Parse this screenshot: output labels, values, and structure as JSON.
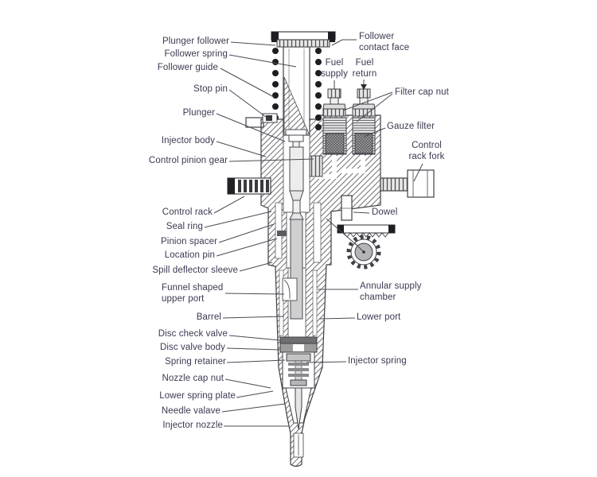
{
  "figure": {
    "description": "Cross-section diagram of a unit fuel injector with part labels",
    "colors": {
      "background": "#ffffff",
      "label_text": "#3a3a52",
      "drawing_line": "#3f3f46",
      "leader_line": "#4a4a55",
      "hatch": "#6f6f74",
      "gauze_fill": "#a8a8a8",
      "gear_hub_fill": "#b4b4b8",
      "plunger_shaft_fill": "#cfcfcf",
      "spring_dot": "#1e1e22"
    }
  },
  "labels": {
    "left": [
      {
        "id": "plunger-follower",
        "text": "Plunger follower"
      },
      {
        "id": "follower-spring",
        "text": "Follower spring"
      },
      {
        "id": "follower-guide",
        "text": "Follower guide"
      },
      {
        "id": "stop-pin",
        "text": "Stop pin"
      },
      {
        "id": "plunger",
        "text": "Plunger"
      },
      {
        "id": "injector-body",
        "text": "Injector body"
      },
      {
        "id": "control-pinion-gear",
        "text": "Control pinion gear"
      },
      {
        "id": "control-rack",
        "text": "Control rack"
      },
      {
        "id": "seal-ring",
        "text": "Seal ring"
      },
      {
        "id": "pinion-spacer",
        "text": "Pinion spacer"
      },
      {
        "id": "location-pin",
        "text": "Location pin"
      },
      {
        "id": "spill-deflector-sleeve",
        "text": "Spill deflector sleeve"
      },
      {
        "id": "funnel-shaped-upper-port",
        "text": "Funnel shaped\nupper port"
      },
      {
        "id": "barrel",
        "text": "Barrel"
      },
      {
        "id": "disc-check-valve",
        "text": "Disc check valve"
      },
      {
        "id": "disc-valve-body",
        "text": "Disc valve body"
      },
      {
        "id": "spring-retainer",
        "text": "Spring retainer"
      },
      {
        "id": "nozzle-cap-nut",
        "text": "Nozzle cap nut"
      },
      {
        "id": "lower-spring-plate",
        "text": "Lower spring plate"
      },
      {
        "id": "needle-valave",
        "text": "Needle valave"
      },
      {
        "id": "injector-nozzle",
        "text": "Injector nozzle"
      }
    ],
    "right": [
      {
        "id": "follower-contact-face",
        "text": "Follower\ncontact face"
      },
      {
        "id": "fuel-supply",
        "text": "Fuel\nsupply"
      },
      {
        "id": "fuel-return",
        "text": "Fuel\nreturn"
      },
      {
        "id": "filter-cap-nut",
        "text": "Filter cap nut"
      },
      {
        "id": "gauze-filter",
        "text": "Gauze filter"
      },
      {
        "id": "control-rack-fork",
        "text": "Control\nrack fork"
      },
      {
        "id": "dowel",
        "text": "Dowel"
      },
      {
        "id": "annular-supply-chamber",
        "text": "Annular supply\nchamber"
      },
      {
        "id": "lower-port",
        "text": "Lower port"
      },
      {
        "id": "injector-spring",
        "text": "Injector spring"
      }
    ]
  }
}
